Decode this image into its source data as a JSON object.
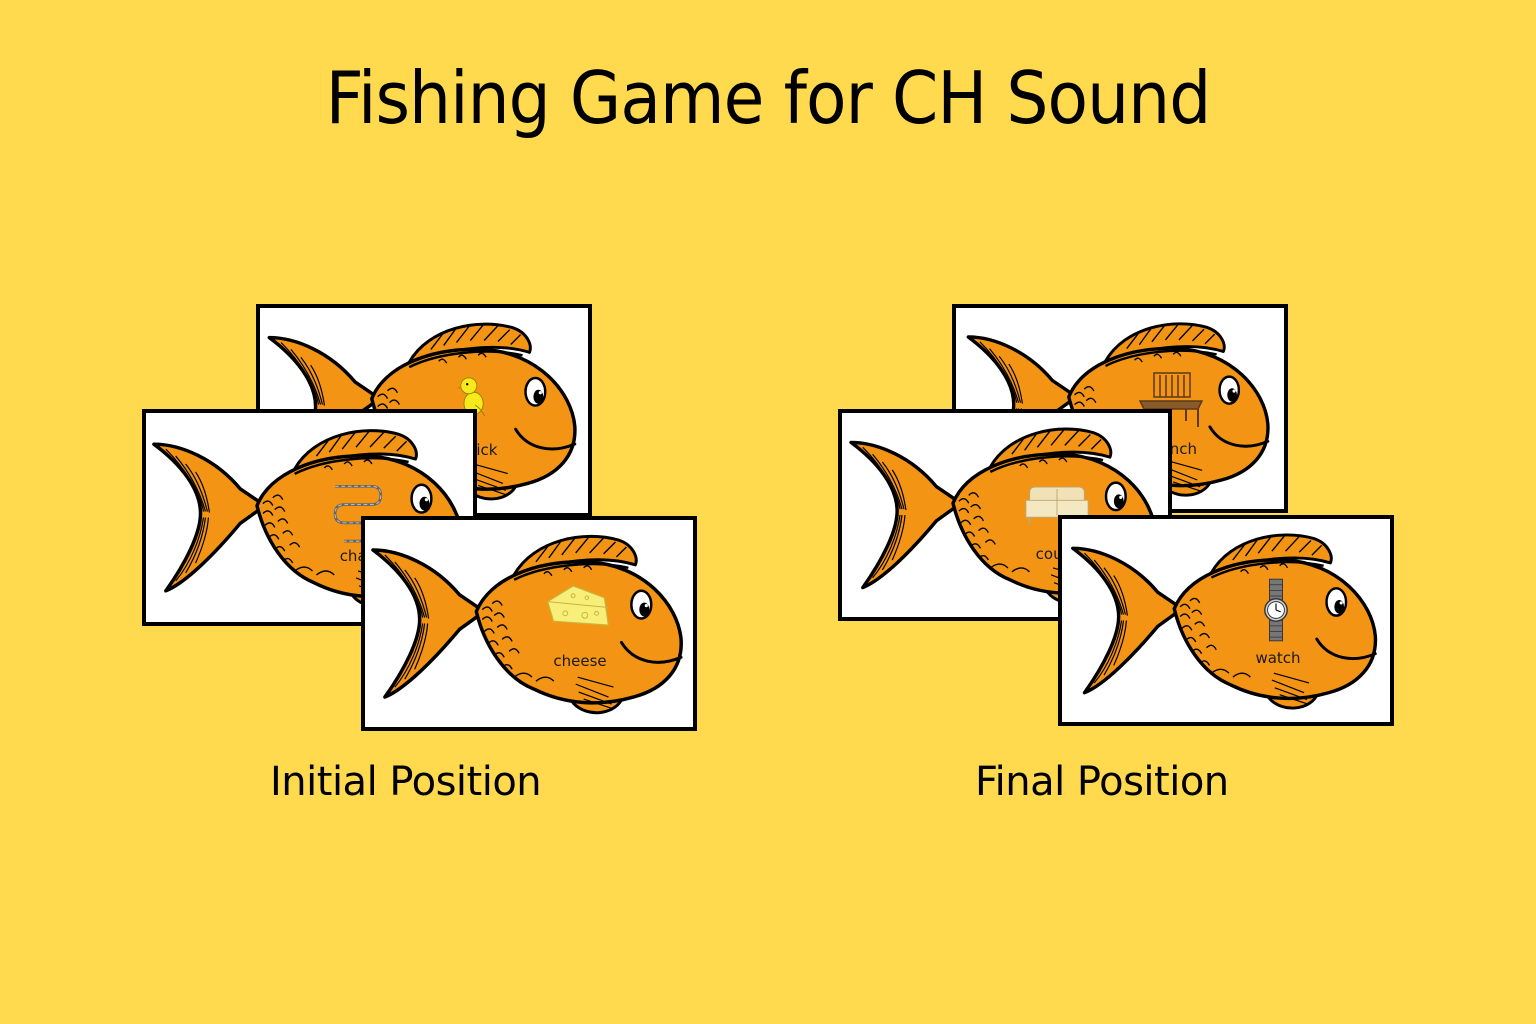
{
  "title": "Fishing Game for CH Sound",
  "colors": {
    "background": "#FFDA4F",
    "fish_body": "#F39414",
    "outline": "#000000",
    "card": "#FFFFFF"
  },
  "groups": [
    {
      "caption": "Initial Position",
      "cards": [
        {
          "word": "chick",
          "visible_text": "ck",
          "icon": "chick-icon"
        },
        {
          "word": "chain",
          "visible_text": "cha",
          "icon": "chain-icon"
        },
        {
          "word": "cheese",
          "visible_text": "cheese",
          "icon": "cheese-icon"
        }
      ]
    },
    {
      "caption": "Final Position",
      "cards": [
        {
          "word": "bench",
          "visible_text": "nch",
          "icon": "bench-icon"
        },
        {
          "word": "couch",
          "visible_text": "cou",
          "icon": "couch-icon"
        },
        {
          "word": "watch",
          "visible_text": "watch",
          "icon": "watch-icon"
        }
      ]
    }
  ]
}
